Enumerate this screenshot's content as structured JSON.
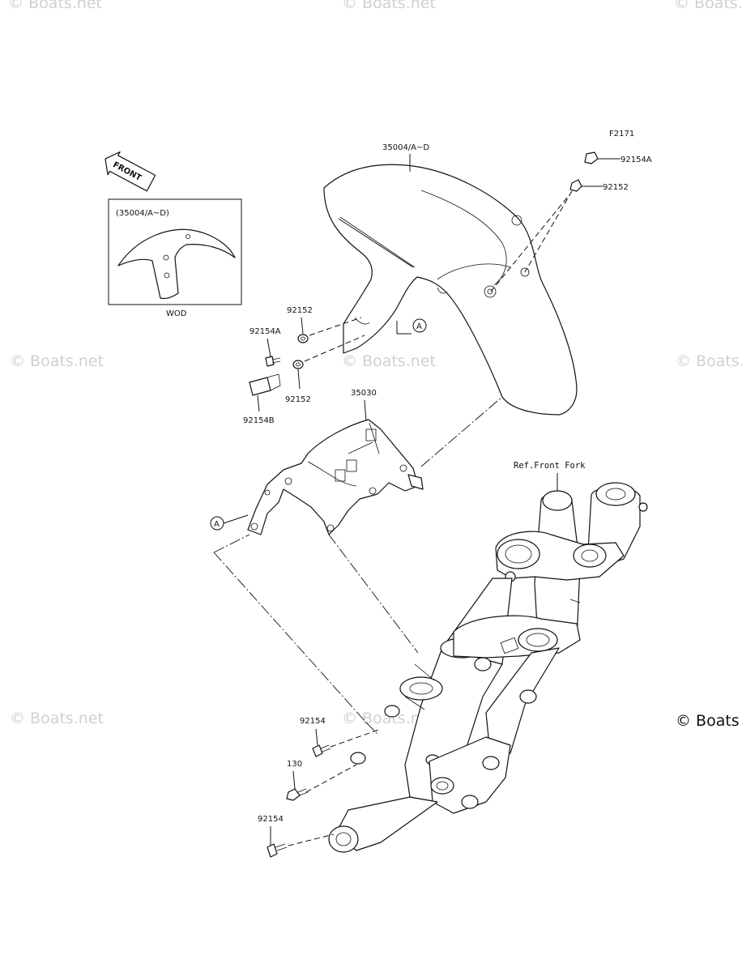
{
  "watermarks": [
    "© Boats.net",
    "© Boats.net",
    "© Boats.net",
    "© Boats.net",
    "© Boats.net",
    "© Boats.net",
    "© Boats.net",
    "© Boats",
    "© Boats.net"
  ],
  "diagram_code": "F2171",
  "inset": {
    "title": "(35004/A~D)",
    "caption": "WOD"
  },
  "front_arrow_text": "FRONT",
  "ref_label": "Ref.Front Fork",
  "ref_markers": {
    "a1": "A",
    "a2": "A"
  },
  "parts": {
    "fender": "35004/A~D",
    "bolt_top": "92154A",
    "washer_top": "92152",
    "washer_left": "92152",
    "bolt_left": "92154A",
    "washer_left2": "92152",
    "collar": "92154B",
    "bracket": "35030",
    "bolt_lower": "92154",
    "bolt_130": "130",
    "bolt_bottom": "92154"
  }
}
